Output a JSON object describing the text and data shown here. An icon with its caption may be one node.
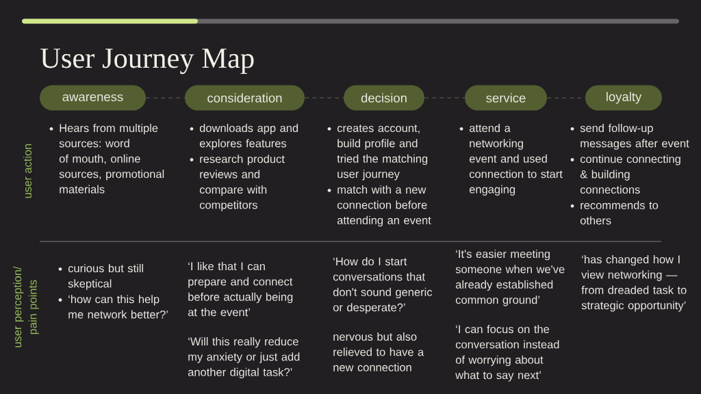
{
  "diagram": {
    "title": "User Journey Map",
    "nodes": [
      {
        "text": [
          "awareness"
        ]
      },
      {
        "text": [
          "consideration"
        ]
      },
      {
        "text": [
          "decision"
        ]
      },
      {
        "text": [
          "service"
        ]
      },
      {
        "text": [
          "loyalty"
        ]
      }
    ],
    "edges": [
      {
        "from": 0,
        "to": 1,
        "arrow": "none",
        "style": "dashed"
      },
      {
        "from": 1,
        "to": 2,
        "arrow": "none",
        "style": "dashed"
      },
      {
        "from": 2,
        "to": 3,
        "arrow": "none",
        "style": "dashed"
      },
      {
        "from": 3,
        "to": 4,
        "arrow": "none",
        "style": "dashed"
      }
    ],
    "labels": [
      "user action",
      "Hears from multiple sources: word of mouth, online sources, promotional materials",
      "downloads app and explores features",
      "research product reviews and compare with competitors",
      "creates account, build profile and tried the matching user journey",
      "match with a new connection before attending an event",
      "attend a networking event and used connection to start engaging",
      "send follow-up messages after event",
      "continue connecting & building connections",
      "recommends to others",
      "user perception/ pain points",
      "curious but still skeptical",
      "‘how can this help me network better?’",
      "‘I like that I can prepare and connect before actually being at the event’",
      "‘Will this really reduce my anxiety or just add another digital task?’",
      "‘How do I start conversations that don't sound generic or desperate?’",
      "nervous but also relieved to have a new connection",
      "‘It's easier meeting someone when we've already established common ground’",
      "‘I can focus on the conversation instead of worrying about what to say next’",
      "‘has changed how I view networking — from dreaded task to strategic opportunity’"
    ]
  }
}
